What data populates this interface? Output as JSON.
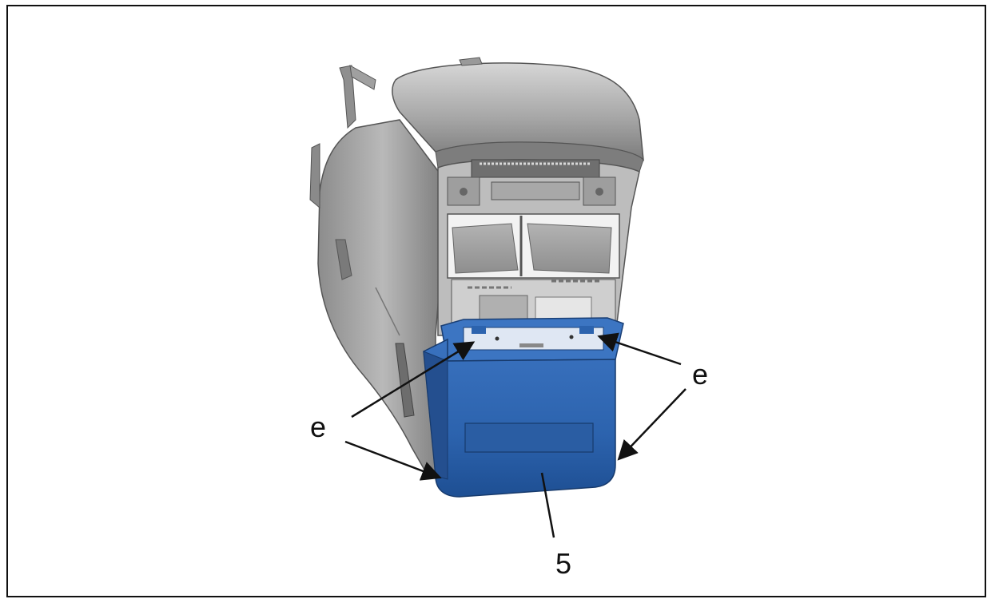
{
  "figure": {
    "callouts": {
      "left_clip_label": "e",
      "right_clip_label": "e",
      "part_number": "5"
    }
  },
  "colors": {
    "console_gray": "#9a9a9a",
    "console_light": "#c9c9c9",
    "console_dark": "#5f5f5f",
    "panel_blue": "#2c63ae",
    "panel_blue_dark": "#1f4c8c",
    "panel_blue_light": "#4f86cf",
    "line": "#111111"
  }
}
